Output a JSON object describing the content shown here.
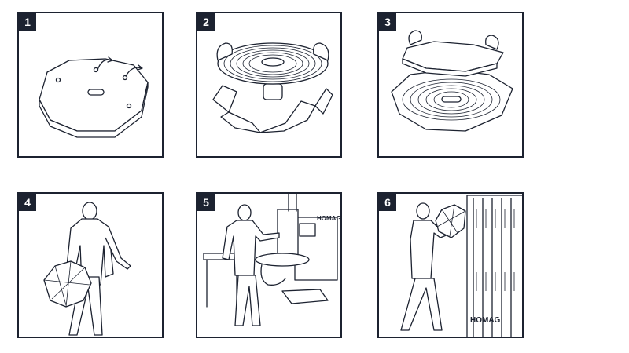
{
  "steps": [
    {
      "number": "1",
      "icon": "tray-lid-icon"
    },
    {
      "number": "2",
      "icon": "spiral-disc-lift-icon"
    },
    {
      "number": "3",
      "icon": "tray-lid-lift-icon"
    },
    {
      "number": "4",
      "icon": "person-carrying-tray-icon"
    },
    {
      "number": "5",
      "icon": "operator-at-machine-icon"
    },
    {
      "number": "6",
      "icon": "person-loading-cabinet-icon"
    }
  ],
  "machine_brand": "HOMAG",
  "cabinet_brand": "HOMAG"
}
